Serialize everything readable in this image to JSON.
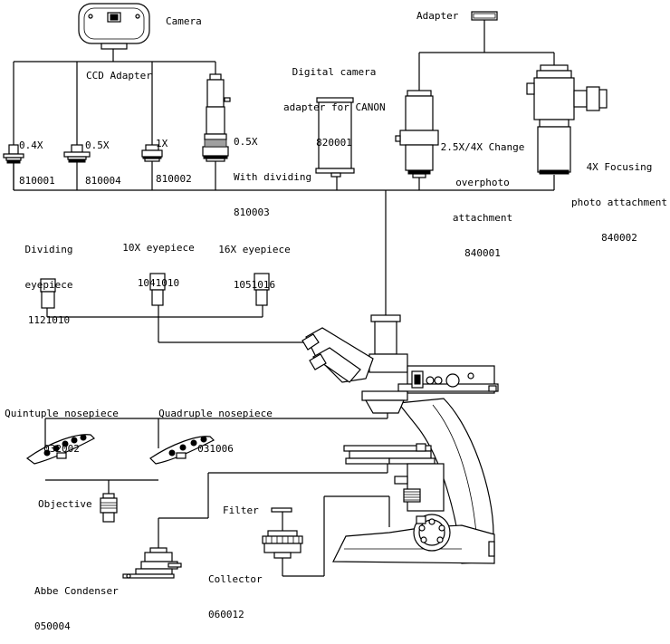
{
  "labels": {
    "camera": "Camera",
    "ccd_adapter": "CCD Adapter",
    "adapter": "Adapter",
    "digital_camera_adapter": [
      "Digital camera",
      "adapter for CANON",
      "820001"
    ],
    "ccd_04x": [
      "0.4X",
      "810001"
    ],
    "ccd_05x": [
      "0.5X",
      "810004"
    ],
    "ccd_1x": [
      "1X",
      "810002"
    ],
    "ccd_05x_dividing": [
      "0.5X",
      "With dividing",
      "810003"
    ],
    "change_photo_attachment": [
      "2.5X/4X Change",
      "overphoto",
      "attachment",
      "840001"
    ],
    "focusing_photo_attachment": [
      "4X Focusing",
      "photo attachment",
      "840002"
    ],
    "dividing_eyepiece": [
      "Dividing",
      "eyepiece",
      "1121010"
    ],
    "eyepiece_10x": [
      "10X eyepiece",
      "1041010"
    ],
    "eyepiece_16x": [
      "16X eyepiece",
      "1051016"
    ],
    "quintuple_nosepiece": [
      "Quintuple nosepiece",
      "032002"
    ],
    "quadruple_nosepiece": [
      "Quadruple nosepiece",
      "031006"
    ],
    "objective": "Objective",
    "filter": "Filter",
    "collector": [
      "Collector",
      "060012"
    ],
    "abbe_condenser": [
      "Abbe Condenser",
      "050004"
    ]
  }
}
